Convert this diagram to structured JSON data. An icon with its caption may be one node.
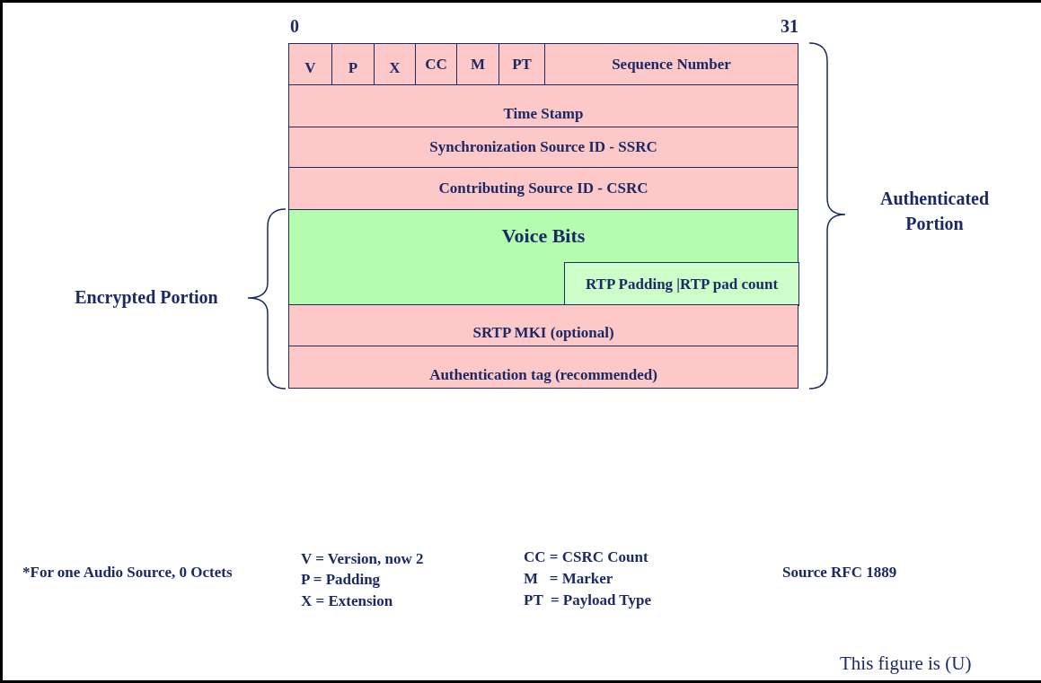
{
  "diagram": {
    "nodes": [
      {
        "text": [
          "V"
        ]
      },
      {
        "text": [
          "P"
        ]
      },
      {
        "text": [
          "X"
        ]
      },
      {
        "text": [
          "CC"
        ]
      },
      {
        "text": [
          "M"
        ]
      },
      {
        "text": [
          "PT"
        ]
      },
      {
        "text": [
          "Sequence Number"
        ]
      },
      {
        "text": [
          "Time Stamp"
        ]
      },
      {
        "text": [
          "Synchronization Source ID - SSRC"
        ]
      },
      {
        "text": [
          "Contributing Source ID - CSRC"
        ]
      },
      {
        "text": [
          "Voice Bits"
        ]
      },
      {
        "text": [
          "RTP Padding |RTP pad count"
        ],
        "in": 10
      },
      {
        "text": [
          "SRTP MKI (optional)"
        ]
      },
      {
        "text": [
          "Authentication tag (recommended)"
        ]
      }
    ],
    "edges": [],
    "labels": [
      "0",
      "31",
      "Authenticated Portion",
      "Encrypted Portion",
      "*For one Audio Source, 0 Octets",
      "V = Version, now 2",
      "P = Padding",
      "X = Extension",
      "CC = CSRC Count",
      "M   = Marker",
      "PT  = Payload Type",
      "Source RFC 1889",
      "This figure is (U)"
    ]
  }
}
